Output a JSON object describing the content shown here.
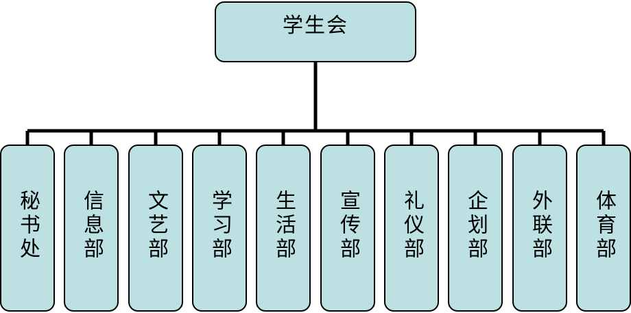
{
  "diagram": {
    "root": {
      "label": "学生会"
    },
    "children": [
      {
        "label": "秘书处"
      },
      {
        "label": "信息部"
      },
      {
        "label": "文艺部"
      },
      {
        "label": "学习部"
      },
      {
        "label": "生活部"
      },
      {
        "label": "宣传部"
      },
      {
        "label": "礼仪部"
      },
      {
        "label": "企划部"
      },
      {
        "label": "外联部"
      },
      {
        "label": "体育部"
      }
    ],
    "colors": {
      "box_fill": "#bde0e3",
      "box_border": "#000000",
      "connector": "#000000"
    }
  }
}
